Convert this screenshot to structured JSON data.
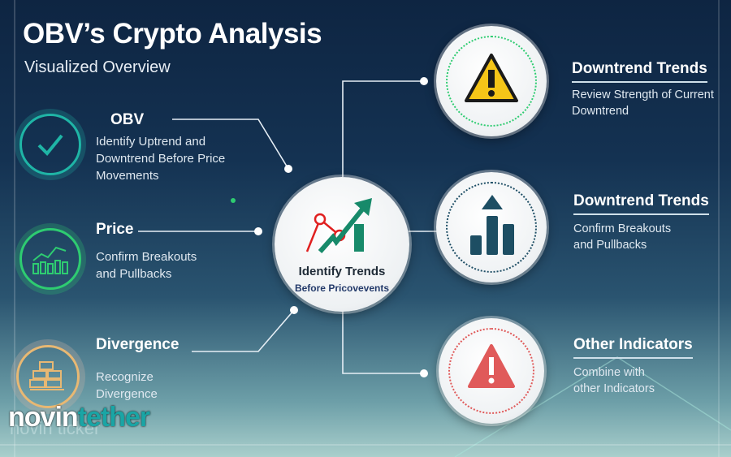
{
  "header": {
    "title": "OBV’s Crypto Analysis",
    "subtitle": "Visualized Overview"
  },
  "left_items": [
    {
      "title": "OBV",
      "description": [
        "Identify Uptrend and",
        "Downtrend Before Price",
        "Movements"
      ],
      "icon": "check-icon",
      "color": "#1fb5a6"
    },
    {
      "title": "Price",
      "description": [
        "Confirm Breakouts",
        "and Pullbacks"
      ],
      "icon": "bar-chart-icon",
      "color": "#2ecc71"
    },
    {
      "title": "Divergence",
      "description": [
        "Recognize",
        "Divergence"
      ],
      "icon": "bricks-icon",
      "color": "#e8b873"
    }
  ],
  "center": {
    "title": "Identify Trends",
    "subtitle": "Before Pricovevents",
    "icon": "trend-up-icon"
  },
  "right_items": [
    {
      "title": "Downtrend Trends",
      "description": [
        "Review Strength of Current",
        "Downtrend"
      ],
      "icon": "warning-icon"
    },
    {
      "title": "Downtrend Trends",
      "description": [
        "Confirm Breakouts",
        "and Pullbacks"
      ],
      "icon": "bar-arrow-up-icon"
    },
    {
      "title": "Other Indicators",
      "description": [
        "Combine with",
        "other Indicators"
      ],
      "icon": "alert-icon"
    }
  ],
  "watermark": {
    "brand_a": "novin",
    "brand_b": "tether",
    "faded": "novin ticker"
  }
}
